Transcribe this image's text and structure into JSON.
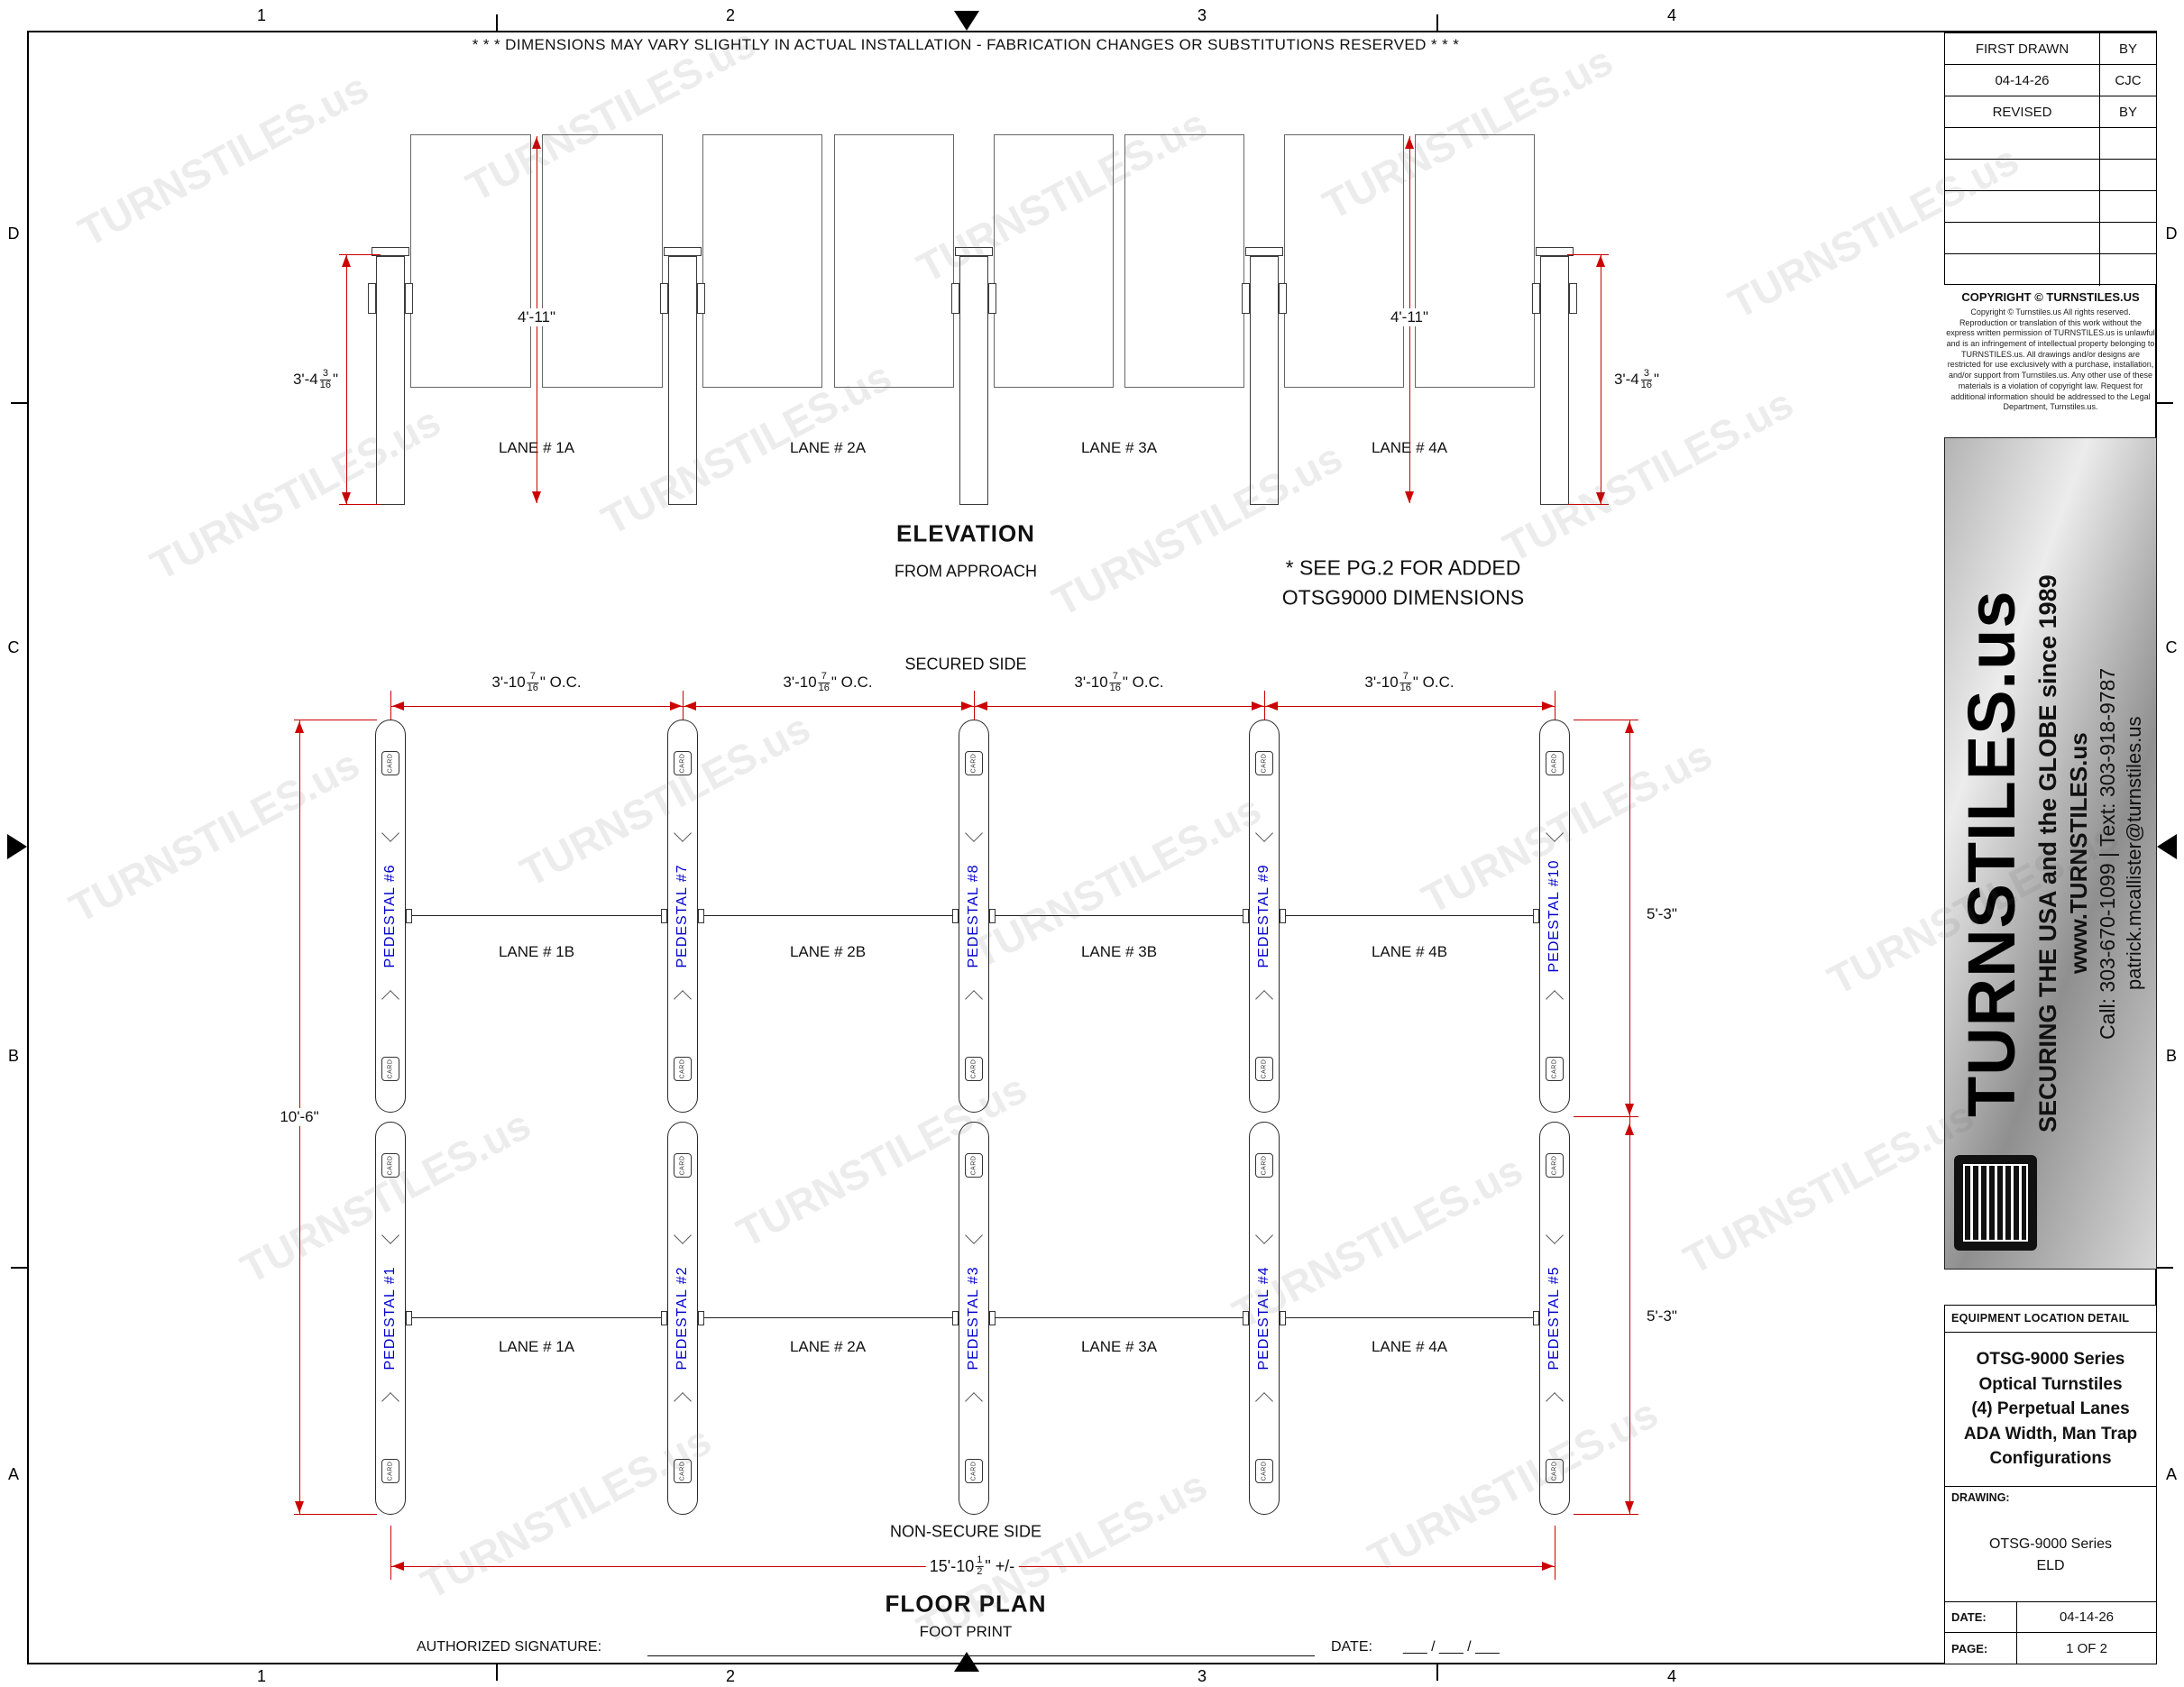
{
  "page": {
    "top_note": "* * *  DIMENSIONS MAY VARY SLIGHTLY IN ACTUAL INSTALLATION   -   FABRICATION CHANGES OR SUBSTITUTIONS RESERVED  * * *",
    "watermark_text": "TURNSTILES.us"
  },
  "border": {
    "cols": [
      "1",
      "2",
      "3",
      "4"
    ],
    "rows": [
      "D",
      "C",
      "B",
      "A"
    ]
  },
  "title_block": {
    "rows": [
      {
        "left": "FIRST DRAWN",
        "right": "BY"
      },
      {
        "left": "04-14-26",
        "right": "CJC"
      },
      {
        "left": "REVISED",
        "right": "BY"
      },
      {
        "left": "",
        "right": ""
      },
      {
        "left": "",
        "right": ""
      },
      {
        "left": "",
        "right": ""
      },
      {
        "left": "",
        "right": ""
      },
      {
        "left": "",
        "right": ""
      }
    ]
  },
  "copyright": {
    "title": "COPYRIGHT © TURNSTILES.US",
    "body": "Copyright © Turnstiles.us All rights reserved. Reproduction or translation of this work without the express written permission of TURNSTILES.us is unlawful and is an infringement of intellectual property belonging to TURNSTILES.us. All drawings and/or designs are restricted for use exclusively with a purchase, installation, and/or support from Turnstiles.us. Any other use of these materials is a violation of copyright law. Request for additional information should be addressed to the Legal Department, Turnstiles.us."
  },
  "banner": {
    "brand": "TURNSTILES.us",
    "tagline": "SECURING THE USA and the GLOBE since 1989",
    "website": "www.TURNSTILES.us",
    "phone": "Call: 303-670-1099  |  Text: 303-918-9787",
    "email": "patrick.mcallister@turnstiles.us"
  },
  "elevation": {
    "title": "ELEVATION",
    "subtitle": "FROM APPROACH",
    "note_line1": "* SEE PG.2 FOR ADDED",
    "note_line2": "OTSG9000 DIMENSIONS",
    "lanes": [
      "LANE # 1A",
      "LANE # 2A",
      "LANE # 3A",
      "LANE # 4A"
    ],
    "dim_glass": "4'-11\"",
    "dim_post": {
      "whole": "3'-4",
      "num": "3",
      "den": "16",
      "suffix": "\""
    }
  },
  "floor_plan": {
    "title": "FLOOR PLAN",
    "subtitle": "FOOT PRINT",
    "secured_label": "SECURED SIDE",
    "non_secure_label": "NON-SECURE SIDE",
    "card_label": "CARD",
    "pedestals_top": [
      "PEDESTAL #6",
      "PEDESTAL #7",
      "PEDESTAL #8",
      "PEDESTAL #9",
      "PEDESTAL #10"
    ],
    "pedestals_bottom": [
      "PEDESTAL #1",
      "PEDESTAL #2",
      "PEDESTAL #3",
      "PEDESTAL #4",
      "PEDESTAL #5"
    ],
    "lanes_top": [
      "LANE # 1B",
      "LANE # 2B",
      "LANE # 3B",
      "LANE # 4B"
    ],
    "lanes_bottom": [
      "LANE # 1A",
      "LANE # 2A",
      "LANE # 3A",
      "LANE # 4A"
    ],
    "dim_oc": {
      "whole": "3'-10",
      "num": "7",
      "den": "16",
      "suffix": "\" O.C."
    },
    "dim_left": "10'-6\"",
    "dim_right": "5'-3\"",
    "dim_bottom": {
      "whole": "15'-10",
      "num": "1",
      "den": "2",
      "suffix": "\" +/-"
    }
  },
  "footer": {
    "signature_label": "AUTHORIZED SIGNATURE:",
    "date_label": "DATE:",
    "date_blanks": "___ / ___ / ___"
  },
  "equipment_box": {
    "header": "EQUIPMENT LOCATION DETAIL",
    "description_lines": [
      "OTSG-9000 Series",
      "Optical Turnstiles",
      "(4) Perpetual Lanes",
      "ADA Width, Man Trap",
      "Configurations"
    ],
    "drawing_label": "DRAWING:",
    "drawing_name_line1": "OTSG-9000 Series",
    "drawing_name_line2": "ELD",
    "date_label": "DATE:",
    "date_value": "04-14-26",
    "page_label": "PAGE:",
    "page_value": "1  OF  2"
  }
}
